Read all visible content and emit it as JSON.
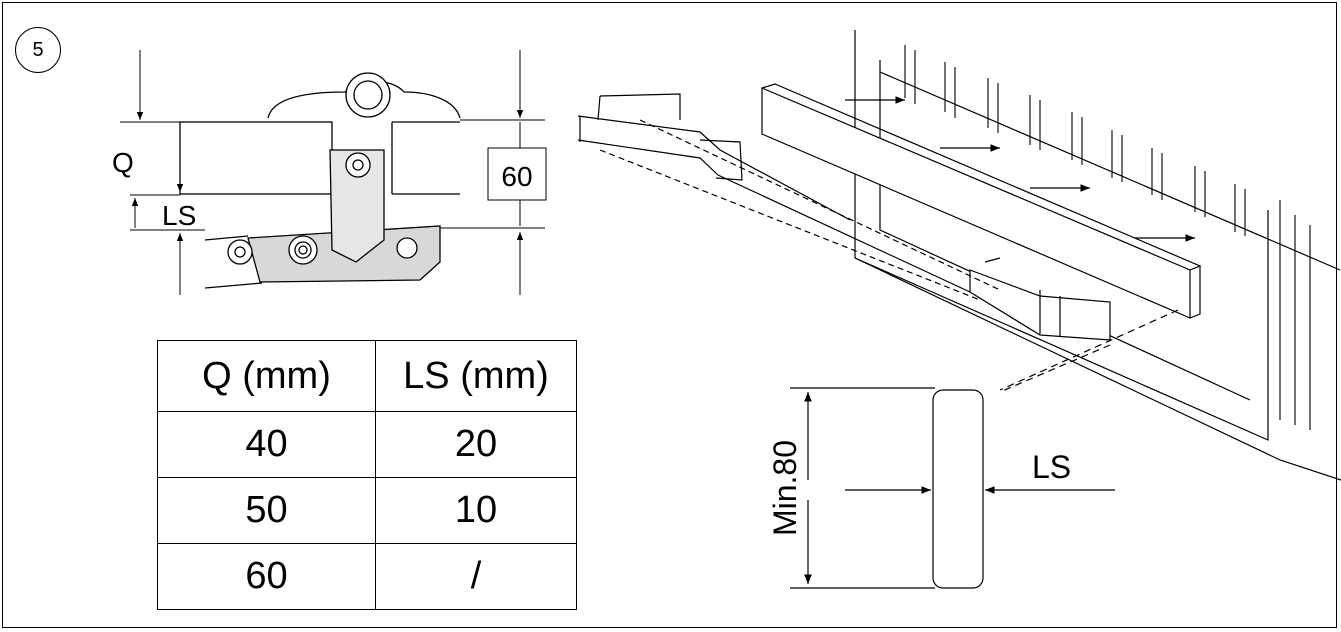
{
  "step_number": "5",
  "cross_section": {
    "q_label": "Q",
    "ls_label": "LS",
    "height_value": "60"
  },
  "spec_table": {
    "headers": [
      "Q (mm)",
      "LS (mm)"
    ],
    "rows": [
      [
        "40",
        "20"
      ],
      [
        "50",
        "10"
      ],
      [
        "60",
        "/"
      ]
    ]
  },
  "detail": {
    "min_label": "Min.80",
    "ls_label": "LS"
  }
}
